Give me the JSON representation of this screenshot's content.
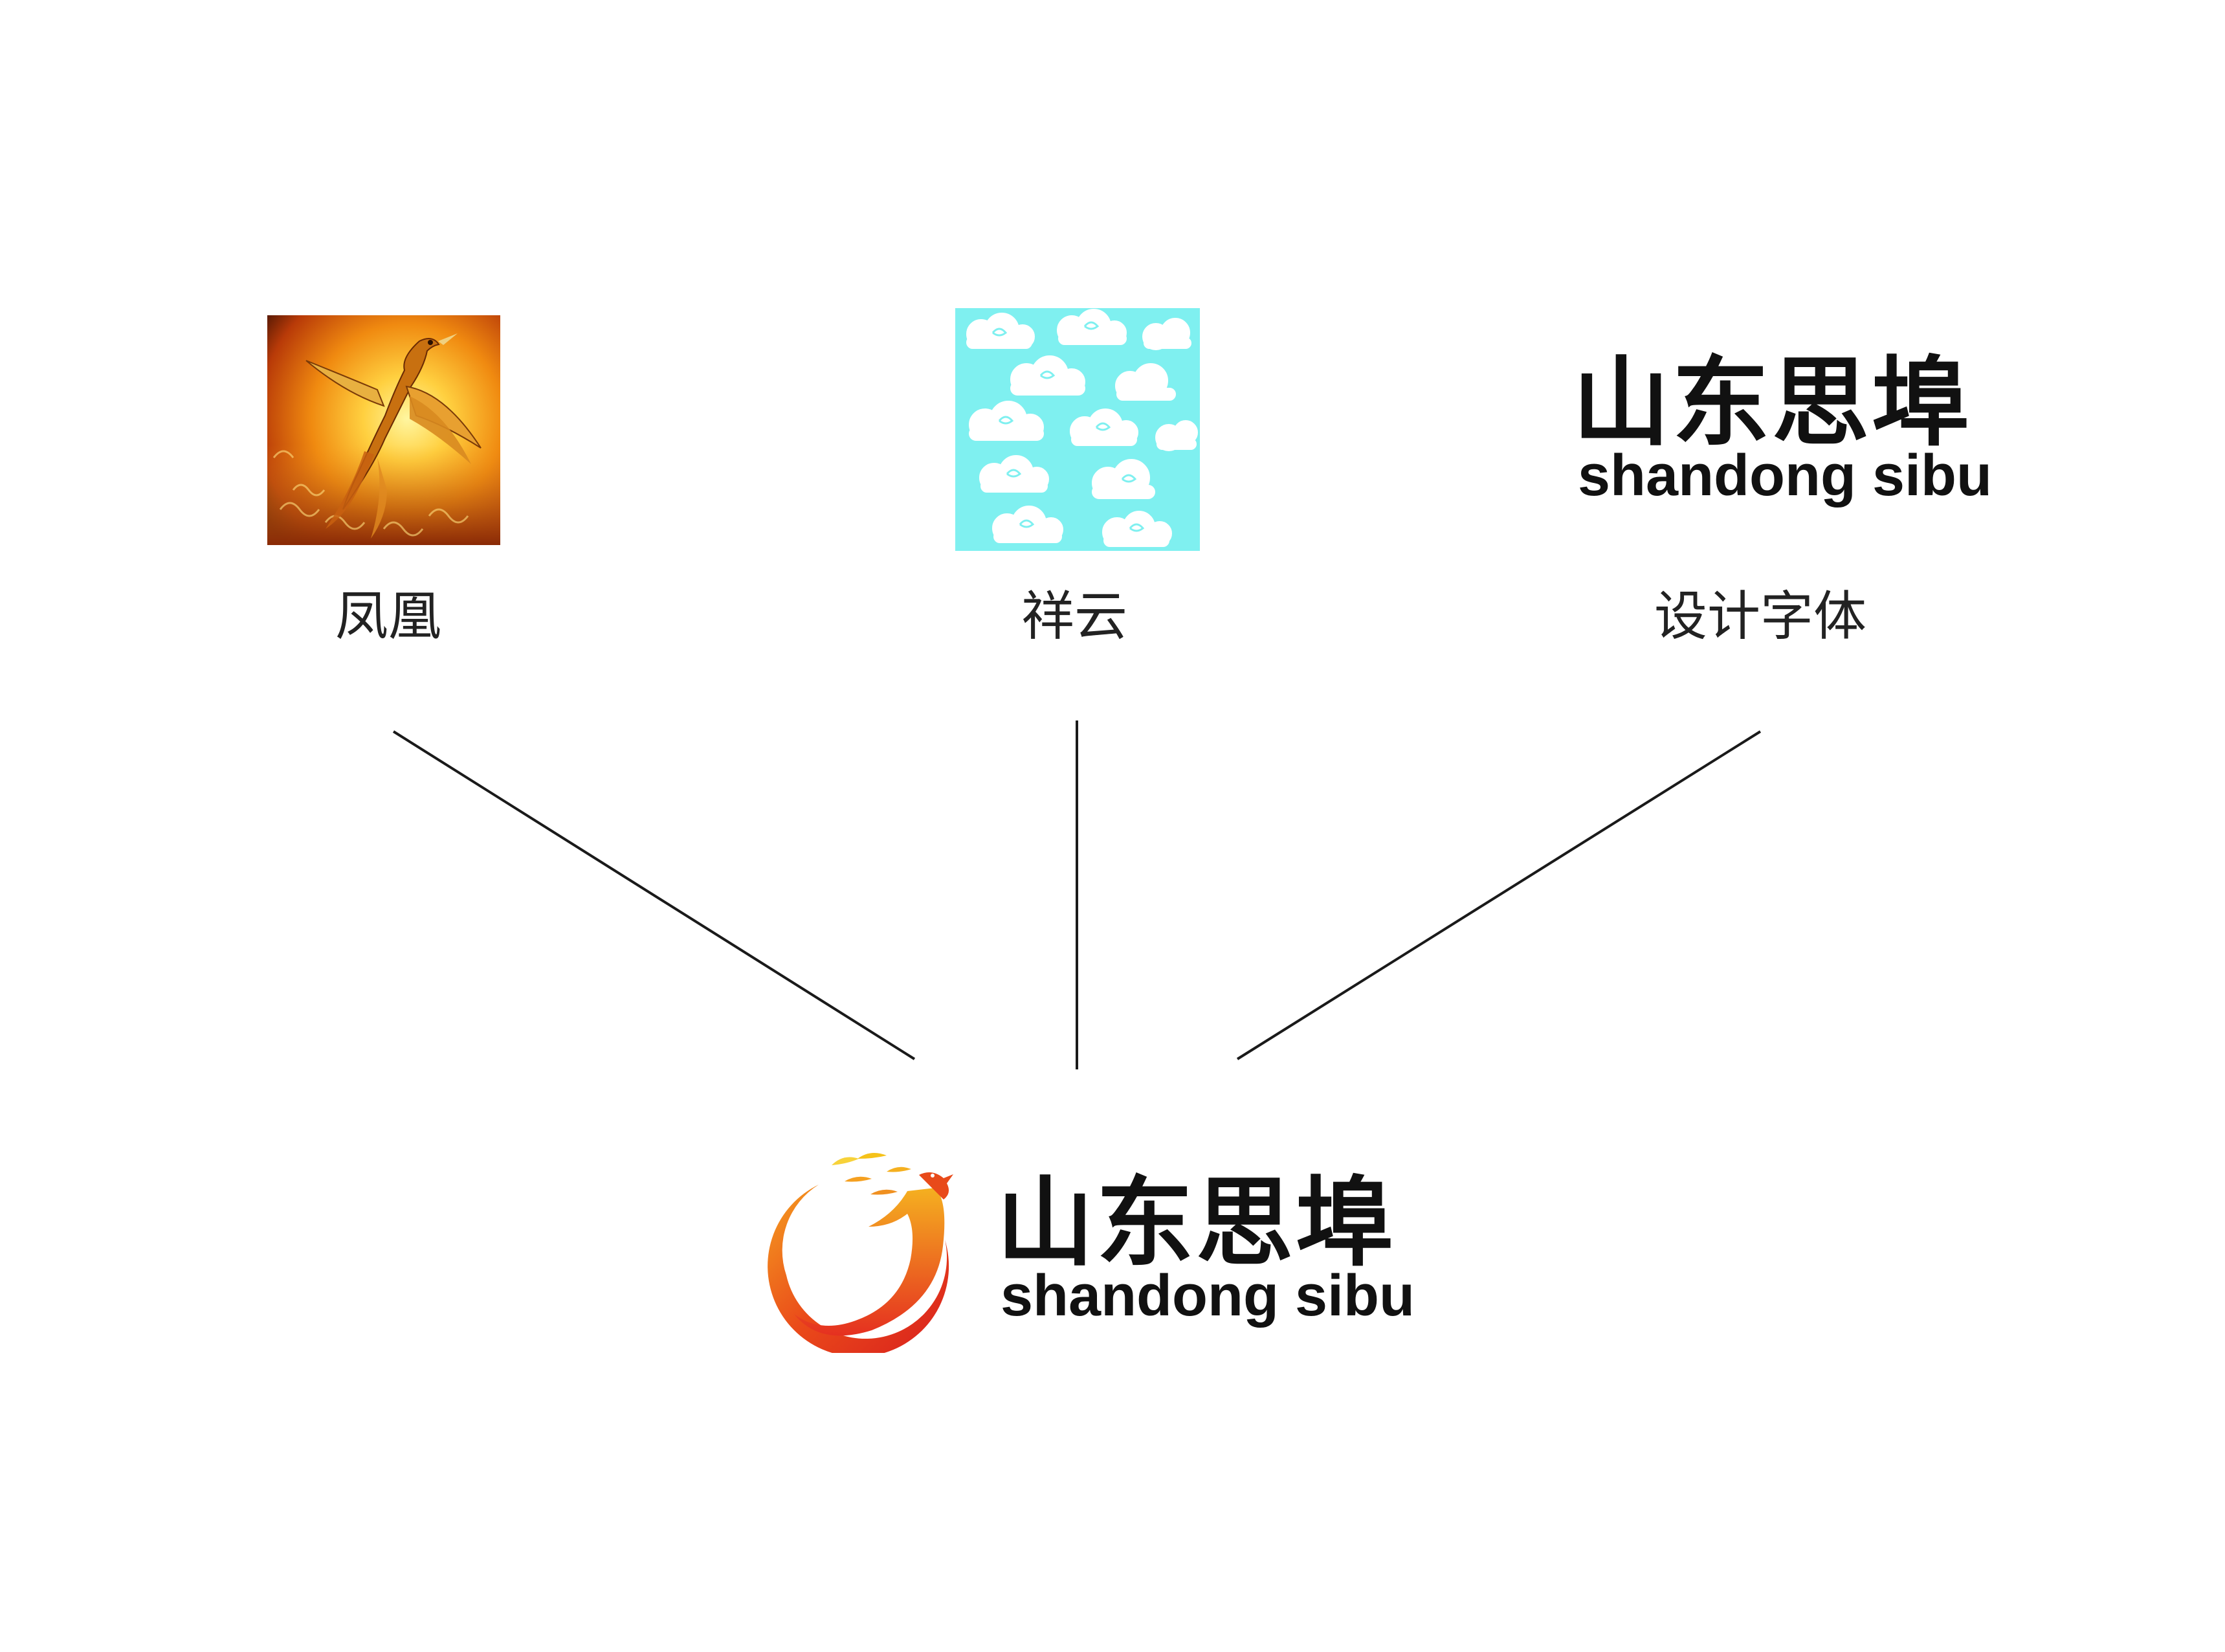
{
  "sources": [
    {
      "id": "phoenix",
      "caption": "凤凰",
      "image": "phoenix-painting"
    },
    {
      "id": "clouds",
      "caption": "祥云",
      "image": "auspicious-cloud-pattern"
    },
    {
      "id": "font",
      "caption": "设计字体",
      "wordmark_cn": "山东思埠",
      "wordmark_en": "shandong sibu"
    }
  ],
  "final_logo": {
    "wordmark_cn": "山东思埠",
    "wordmark_en": "shandong sibu",
    "emblem": "phoenix-cloud-emblem"
  },
  "colors": {
    "background": "#ffffff",
    "text": "#111111",
    "line": "#1a1a1a",
    "cloud_bg": "#7ff0f0",
    "flame_red": "#e52b1f",
    "flame_orange": "#f07a1a",
    "flame_yellow": "#f5c21a"
  }
}
